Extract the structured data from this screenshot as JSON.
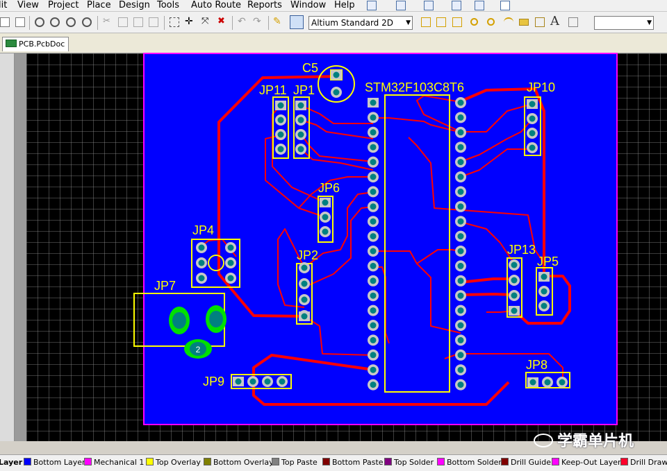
{
  "menu": [
    "lit",
    "View",
    "Project",
    "Place",
    "Design",
    "Tools",
    "Auto Route",
    "Reports",
    "Window",
    "Help"
  ],
  "toolbar": {
    "view_combo": "Altium Standard 2D",
    "second_combo": ""
  },
  "document_tab": {
    "label": "PCB.PcbDoc"
  },
  "board": {
    "component_labels": [
      "C5",
      "STM32F103C8T6",
      "JP11",
      "JP1",
      "JP10",
      "JP6",
      "JP4",
      "JP2",
      "JP13",
      "JP5",
      "JP7",
      "JP8",
      "JP9"
    ],
    "pad_number": "2"
  },
  "layers": [
    {
      "label": "Layer",
      "color": "#ff0000"
    },
    {
      "label": "Bottom Layer",
      "color": "#0000ff"
    },
    {
      "label": "Mechanical 1",
      "color": "#ff00ff"
    },
    {
      "label": "Top Overlay",
      "color": "#ffff00"
    },
    {
      "label": "Bottom Overlay",
      "color": "#808000"
    },
    {
      "label": "Top Paste",
      "color": "#808080"
    },
    {
      "label": "Bottom Paste",
      "color": "#800000"
    },
    {
      "label": "Top Solder",
      "color": "#800080"
    },
    {
      "label": "Bottom Solder",
      "color": "#ff00ff"
    },
    {
      "label": "Drill Guide",
      "color": "#800000"
    },
    {
      "label": "Keep-Out Layer",
      "color": "#ff00ff"
    },
    {
      "label": "Drill Drawing",
      "color": "#ff002a"
    }
  ],
  "watermark": "学霸单片机",
  "colors": {
    "board": "#0000ff",
    "track": "#ff0000",
    "overlay": "#ffff00",
    "grid_bg": "#000000",
    "pad_ring": "#c8c8c8",
    "via": "#008080",
    "keepout": "#ff00ff"
  }
}
